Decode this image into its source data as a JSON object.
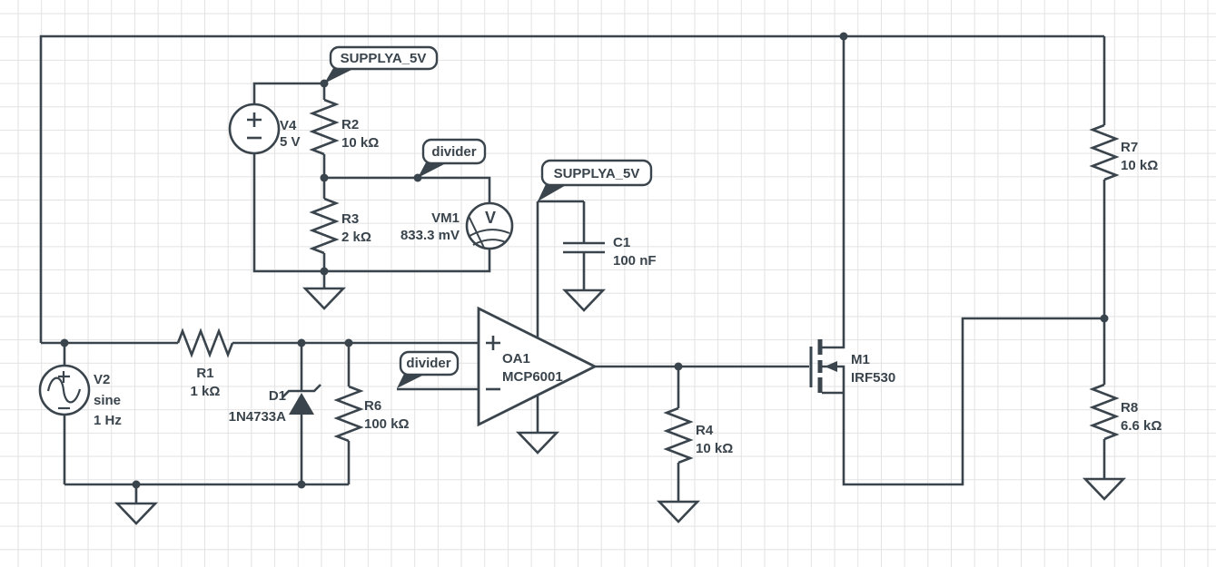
{
  "canvas": {
    "bg_color": "#ffffff",
    "grid_color": "#e2e2e2",
    "ink_color": "#3a444c"
  },
  "net_labels": {
    "supply_1": "SUPPLYA_5V",
    "supply_2": "SUPPLYA_5V",
    "divider_1": "divider",
    "divider_2": "divider"
  },
  "components": {
    "v4": {
      "ref": "V4",
      "value": "5 V"
    },
    "r2": {
      "ref": "R2",
      "value": "10 kΩ"
    },
    "r3": {
      "ref": "R3",
      "value": "2 kΩ"
    },
    "vm1": {
      "ref": "VM1",
      "value": "833.3 mV",
      "meter_glyph": "V"
    },
    "c1": {
      "ref": "C1",
      "value": "100 nF"
    },
    "v2": {
      "ref": "V2",
      "value_line1": "sine",
      "value_line2": "1 Hz"
    },
    "r1": {
      "ref": "R1",
      "value": "1 kΩ"
    },
    "d1": {
      "ref": "D1",
      "value": "1N4733A"
    },
    "r6": {
      "ref": "R6",
      "value": "100 kΩ"
    },
    "oa1": {
      "ref": "OA1",
      "value": "MCP6001",
      "plus": "+",
      "minus": "−"
    },
    "r4": {
      "ref": "R4",
      "value": "10 kΩ"
    },
    "m1": {
      "ref": "M1",
      "value": "IRF530"
    },
    "r7": {
      "ref": "R7",
      "value": "10 kΩ"
    },
    "r8": {
      "ref": "R8",
      "value": "6.6 kΩ"
    }
  }
}
